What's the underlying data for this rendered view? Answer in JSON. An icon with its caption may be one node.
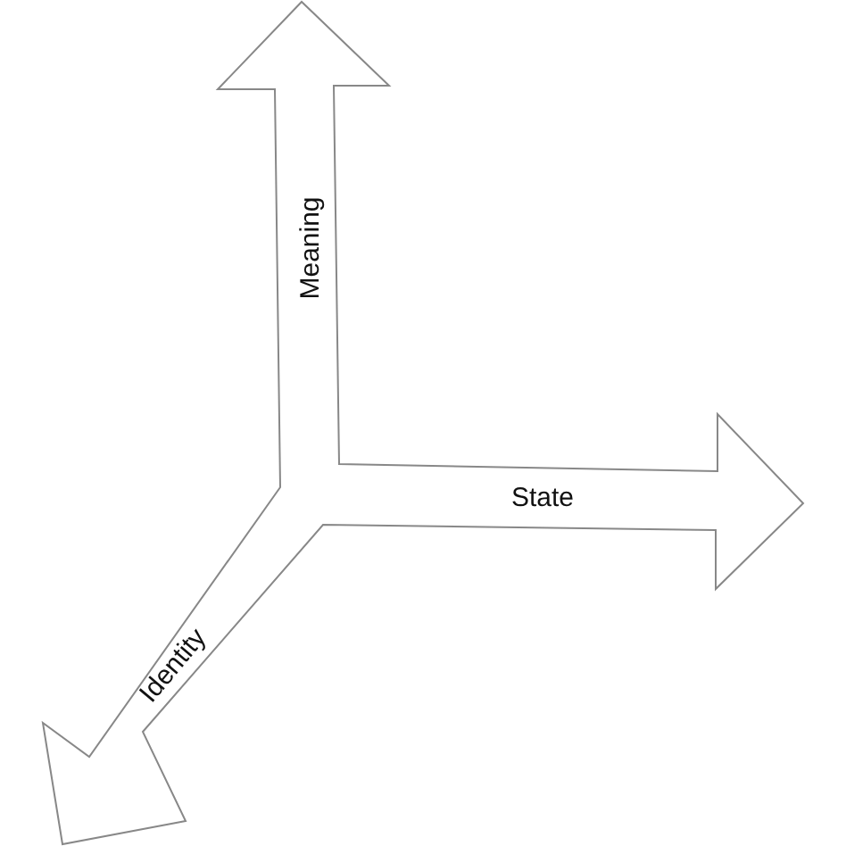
{
  "diagram": {
    "labels": [
      "Meaning",
      "State",
      "Identity"
    ]
  }
}
